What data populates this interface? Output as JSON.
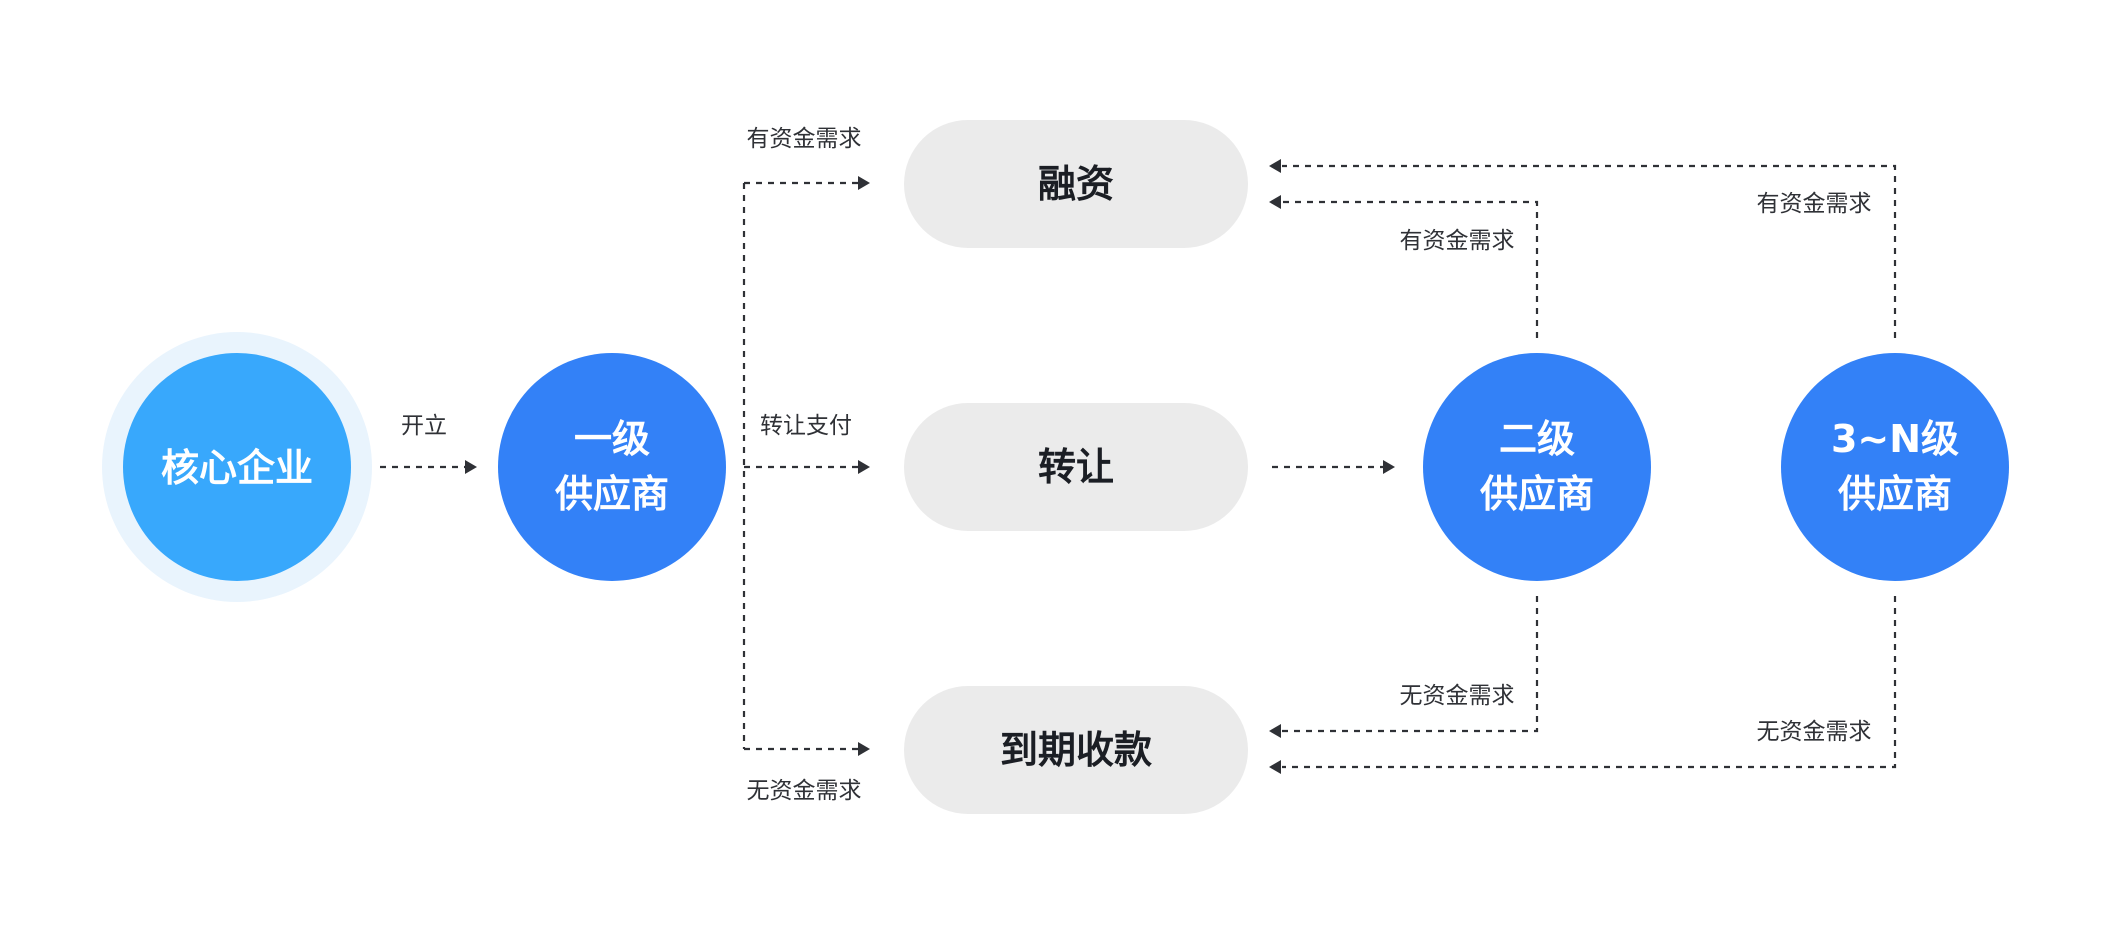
{
  "colors": {
    "core_fill": "#38A8FC",
    "core_halo": "#E9F4FD",
    "supplier_fill": "#3381F7",
    "pill_fill": "#EBEBEB",
    "pill_text": "#1B1E24",
    "edge_color": "#2F3136"
  },
  "nodes": {
    "core_enterprise": {
      "label": "核心企业"
    },
    "tier1_supplier": {
      "line1": "一级",
      "line2": "供应商"
    },
    "tier2_supplier": {
      "line1": "二级",
      "line2": "供应商"
    },
    "tier3n_supplier": {
      "line1": "3~N级",
      "line2": "供应商"
    },
    "financing": {
      "label": "融资"
    },
    "transfer": {
      "label": "转让"
    },
    "collection": {
      "label": "到期收款"
    }
  },
  "edges": {
    "issue": "开立",
    "t1_has_need": "有资金需求",
    "t1_transfer_pay": "转让支付",
    "t1_no_need": "无资金需求",
    "t2_has_need": "有资金需求",
    "t2_no_need": "无资金需求",
    "t3_has_need": "有资金需求",
    "t3_no_need": "无资金需求"
  }
}
